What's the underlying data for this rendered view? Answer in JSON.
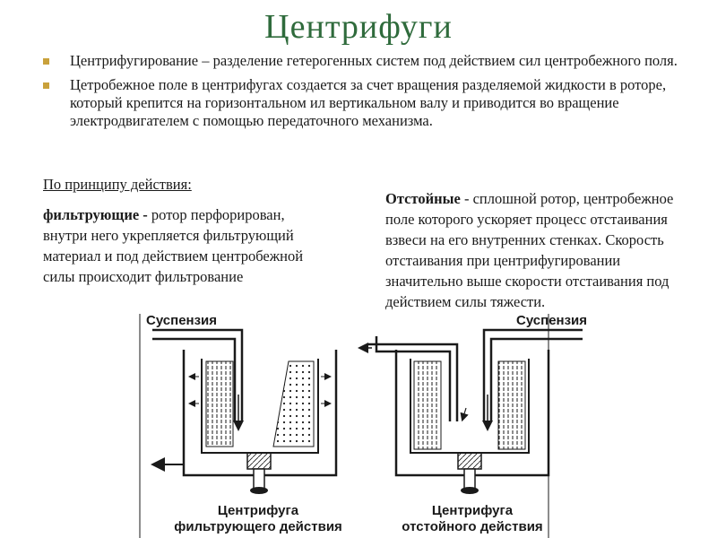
{
  "title": "Центрифуги",
  "bullets": [
    "Центрифугирование – разделение гетерогенных систем под действием сил центробежного поля.",
    "Цетробежное поле в центрифугах создается за счет вращения разделяемой жидкости в роторе, который крепится на горизонтальном ил вертикальном валу и приводится во вращение электродвигателем с помощью передаточного механизма."
  ],
  "principle_heading": "По принципу действия:",
  "filtering": {
    "term": "фильтрующие -",
    "text": " ротор перфорирован, внутри него укрепляется фильтрующий материал и под действием центробежной силы происходит фильтрование"
  },
  "settling": {
    "term": "Отстойные",
    "text": " - сплошной ротор, центробежное поле которого ускоряет процесс отстаивания взвеси на его внутренних стенках. Скорость отстаивания при центрифугировании значительно выше скорости отстаивания под действием силы тяжести."
  },
  "diagram": {
    "left_label": "Суспензия",
    "right_label": "Суспензия",
    "left_caption_1": "Центрифуга",
    "left_caption_2": "фильтрующего действия",
    "right_caption_1": "Центрифуга",
    "right_caption_2": "отстойного действия"
  },
  "colors": {
    "title": "#2f6b3c",
    "bullet": "#c9a13b"
  }
}
